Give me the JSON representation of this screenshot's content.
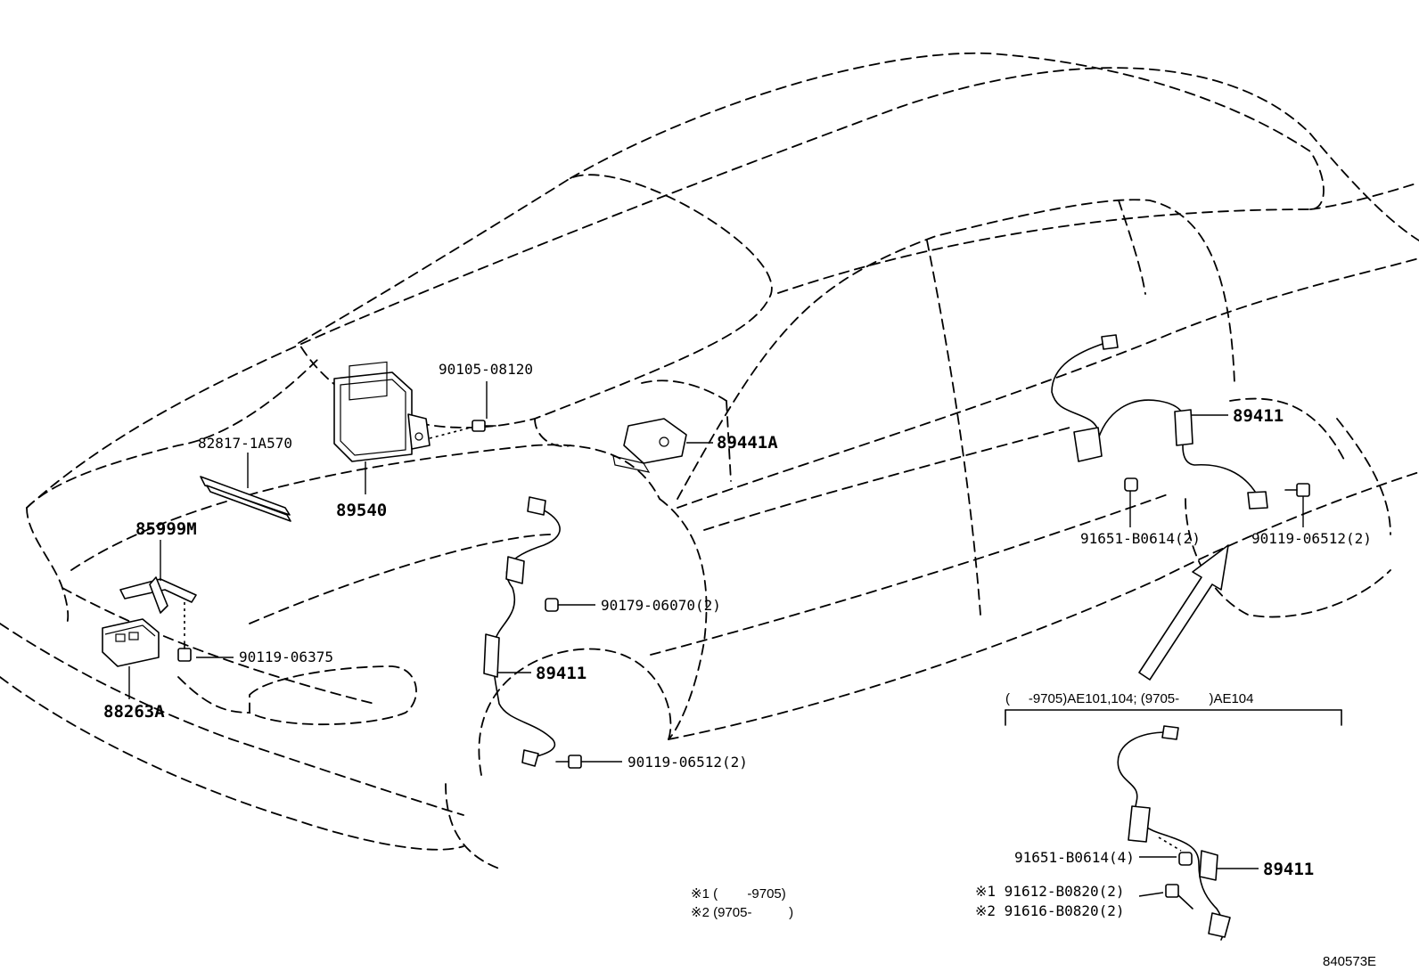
{
  "labels": {
    "p90105": "90105-08120",
    "p82817": "82817-1A570",
    "p89540": "89540",
    "p85999m": "85999M",
    "p90119_06375": "90119-06375",
    "p88263a": "88263A",
    "p89441a": "89441A",
    "p90179": "90179-06070(2)",
    "p89411_front": "89411",
    "p90119_front": "90119-06512(2)",
    "p89411_rear": "89411",
    "p91651_rear": "91651-B0614(2)",
    "p90119_rear": "90119-06512(2)",
    "inset_header": "(     -9705)AE101,104; (9705-        )AE104",
    "p91651_inset": "91651-B0614(4)",
    "p89411_inset": "89411",
    "p91612": "※1 91612-B0820(2)",
    "p91616": "※2 91616-B0820(2)",
    "note1": "※1 (        -9705)",
    "note2": "※2 (9705-          )",
    "diagram_id": "840573E"
  },
  "icons": [
    "abs-ecu-icon",
    "bolt-icon",
    "sensor-icon",
    "arrow-icon"
  ]
}
